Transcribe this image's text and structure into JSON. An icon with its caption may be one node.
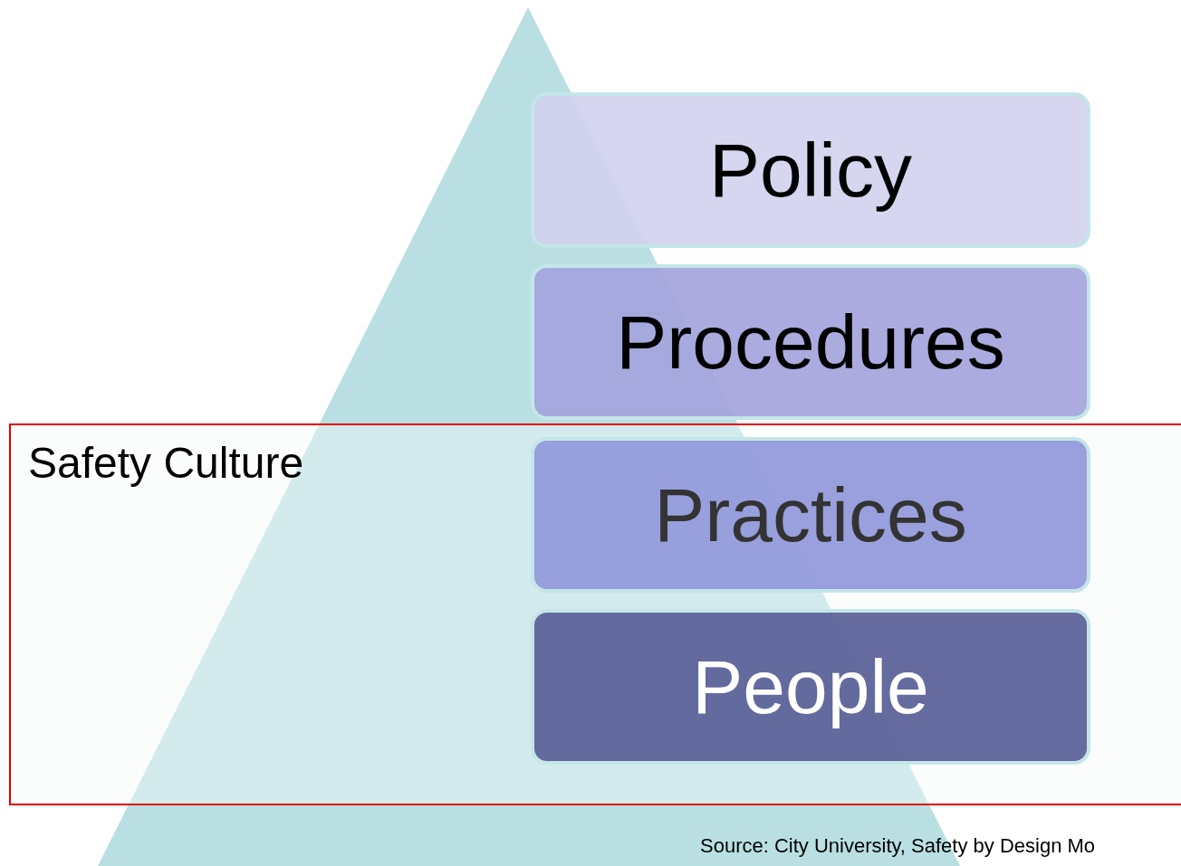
{
  "diagram": {
    "nodes": [
      {
        "text": [],
        "shape": "triangle"
      },
      {
        "text": [
          "Policy"
        ]
      },
      {
        "text": [
          "Procedures"
        ]
      },
      {
        "text": [
          "Safety Culture"
        ]
      },
      {
        "text": [
          "Practices"
        ],
        "in": 3
      },
      {
        "text": [
          "People"
        ],
        "in": 3
      }
    ],
    "labels": [
      "Source: City University, Safety by Design Mo"
    ]
  }
}
